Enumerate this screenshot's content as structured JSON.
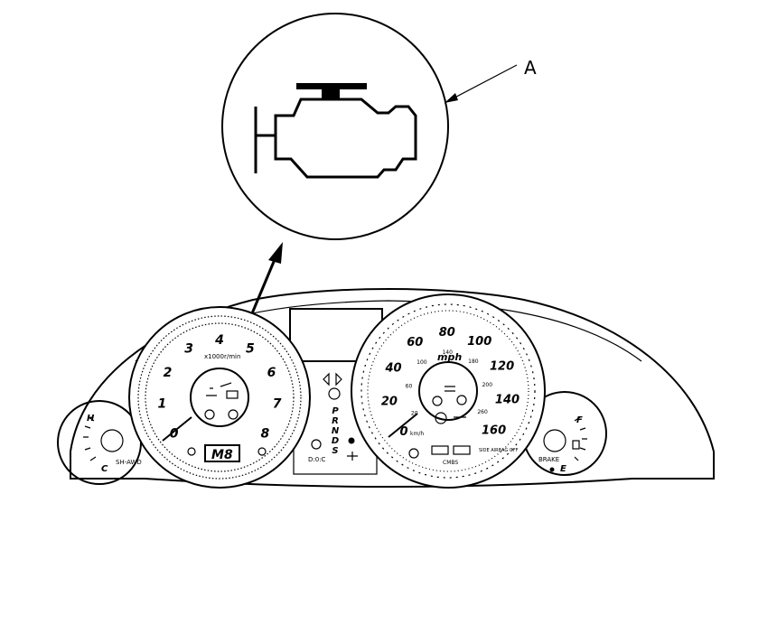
{
  "callout": {
    "label": "A"
  },
  "tachometer": {
    "ticks": [
      "0",
      "1",
      "2",
      "3",
      "4",
      "5",
      "6",
      "7",
      "8"
    ],
    "unit": "x1000r/min"
  },
  "speedometer": {
    "mph_ticks": [
      "0",
      "20",
      "40",
      "60",
      "80",
      "100",
      "120",
      "140",
      "160"
    ],
    "kmh_ticks": [
      "20",
      "60",
      "100",
      "140",
      "180",
      "200",
      "260"
    ],
    "unit_mph": "mph",
    "unit_kmh": "km/h"
  },
  "gear_indicator": {
    "positions": [
      "P",
      "R",
      "N",
      "D",
      "S"
    ],
    "display": "M",
    "digit": "8"
  },
  "temp_gauge": {
    "hot": "H",
    "cold": "C",
    "label": "SH-AWD"
  },
  "fuel_gauge": {
    "full": "F",
    "empty": "E",
    "brake": "BRAKE"
  },
  "misc": {
    "side_airbag": "SIDE AIRBAG OFF",
    "cmbs": "CMBS",
    "d0": "D:0:C"
  }
}
